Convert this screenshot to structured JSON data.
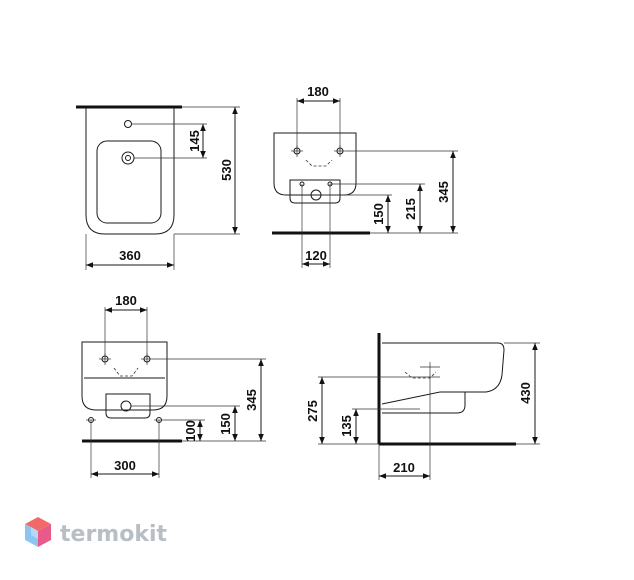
{
  "dimensions": {
    "front_width": "360",
    "front_height": "530",
    "front_tap_hole": "145",
    "top_holes_spacing": "180",
    "top_outlet_spacing": "120",
    "top_h1": "150",
    "top_h2": "215",
    "top_h3": "345",
    "back_holes_spacing": "180",
    "back_width": "300",
    "back_h1": "100",
    "back_h2": "150",
    "back_h3": "345",
    "side_h1": "275",
    "side_h2": "135",
    "side_height": "430",
    "side_depth": "210"
  },
  "logo": {
    "text": "termokit",
    "colors": {
      "top": "#f06a6a",
      "left": "#8ec5f0",
      "right": "#e85a8a"
    }
  }
}
